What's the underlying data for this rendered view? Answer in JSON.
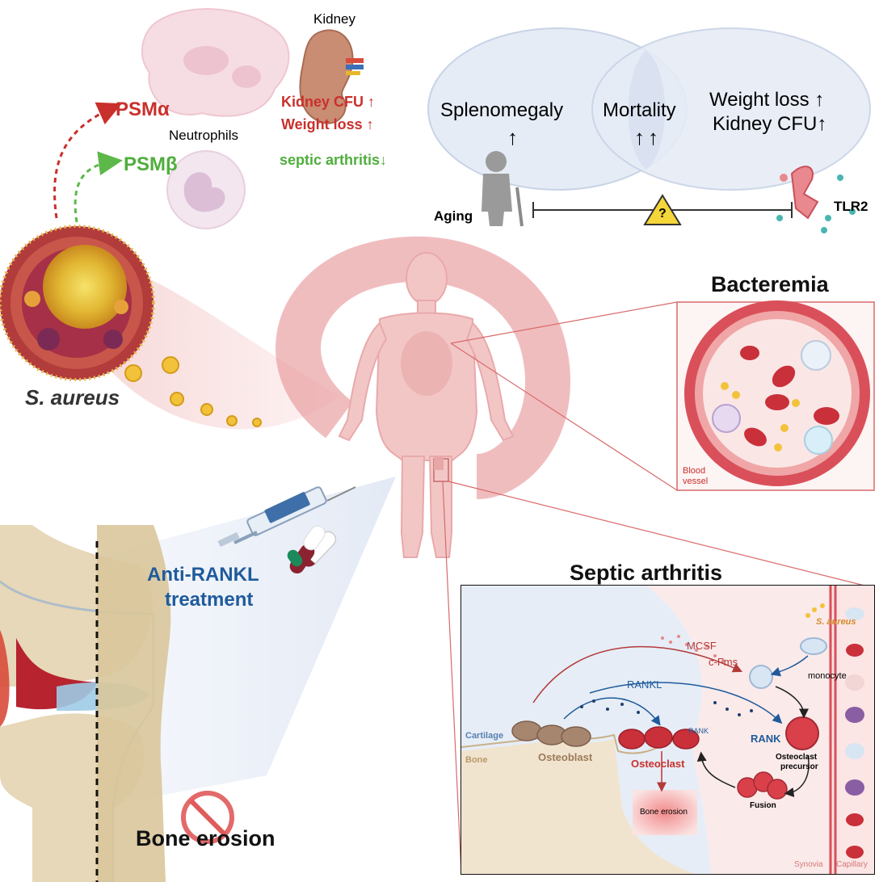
{
  "top_left": {
    "kidney": "Kidney",
    "psm_alpha": "PSMα",
    "psm_beta": "PSMβ",
    "neutrophils": "Neutrophils",
    "kidney_cfu": "Kidney CFU ↑",
    "weight_loss": "Weight loss ↑",
    "septic_arthritis_down": "septic arthritis↓"
  },
  "venn": {
    "left": "Splenomegaly",
    "left_arrow": "↑",
    "center": "Mortality",
    "center_arrow": "↑↑",
    "right_line1": "Weight loss ↑",
    "right_line2": "Kidney CFU↑",
    "aging": "Aging",
    "question": "?",
    "tlr2": "TLR2"
  },
  "bacterium": {
    "label": "S. aureus"
  },
  "bacteremia": {
    "title": "Bacteremia",
    "vessel_label": [
      "Blood",
      "vessel"
    ]
  },
  "treatment": {
    "line1": "Anti-RANKL",
    "line2": "treatment"
  },
  "bone_erosion_title": "Bone erosion",
  "septic": {
    "title": "Septic arthritis",
    "s_aureus": "S. aureus",
    "mcsf": "MCSF",
    "cfms": "c-Fms",
    "monocyte": "monocyte",
    "rankl": "RANKL",
    "rank_small": "RANK",
    "rank": "RANK",
    "cartilage": "Cartilage",
    "bone": "Bone",
    "osteoblast": "Osteoblast",
    "osteoclast": "Osteoclast",
    "precursor": [
      "Osteoclast",
      "precursor"
    ],
    "fusion": "Fusion",
    "bone_erosion_box": "Bone erosion",
    "synovia": "Synovia",
    "capillary": "Capillary"
  },
  "colors": {
    "red_text": "#c9302c",
    "green_text": "#4fae3c",
    "blue_text": "#1f5b9b",
    "venn_fill": "#e6ecf6",
    "vessel_red": "#d9505a",
    "body_pink": "#f3c6c6"
  }
}
